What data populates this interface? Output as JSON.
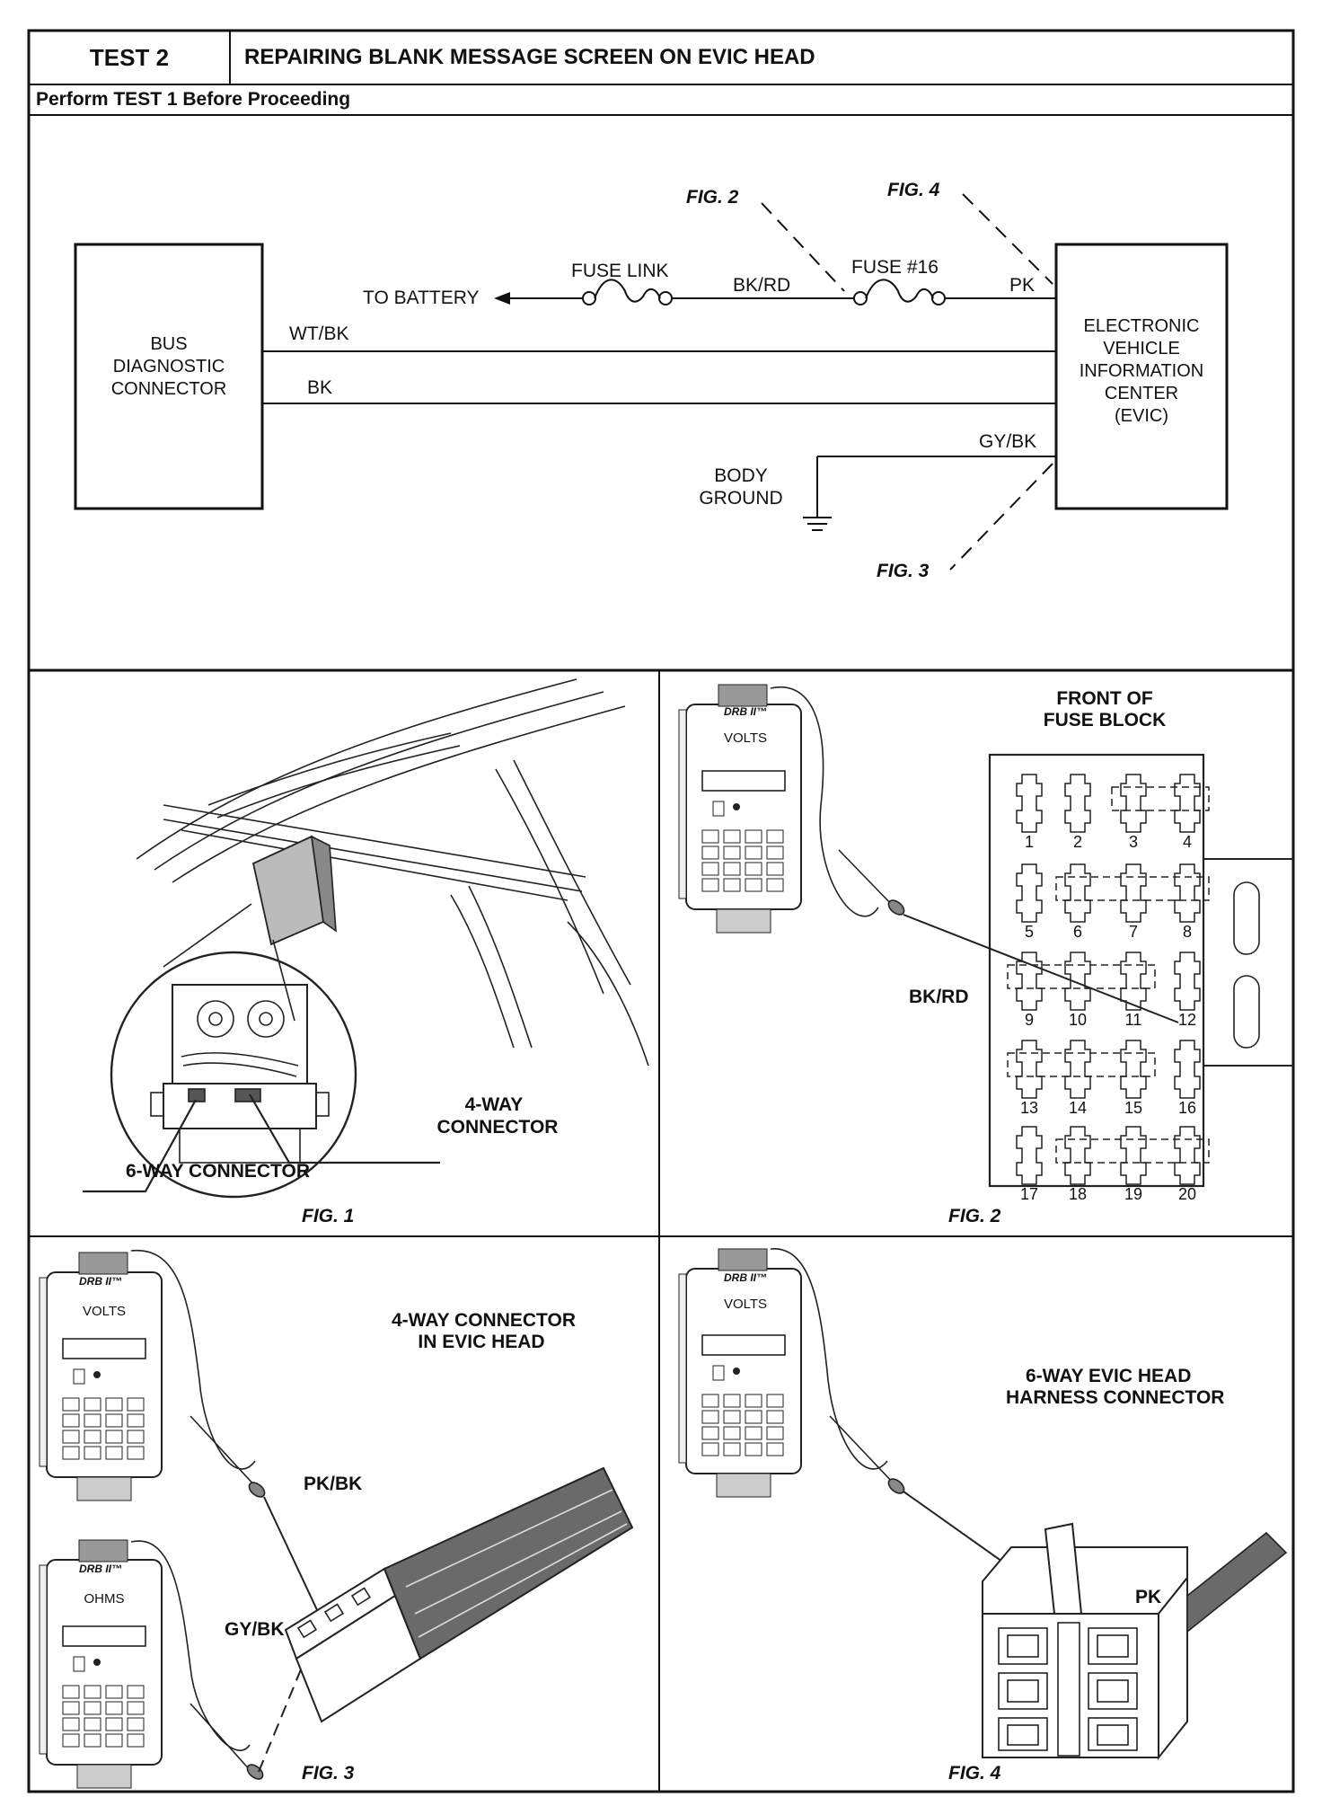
{
  "header": {
    "test_label": "TEST 2",
    "title": "REPAIRING BLANK MESSAGE SCREEN ON EVIC HEAD",
    "subtitle": "Perform TEST 1 Before Proceeding"
  },
  "schematic": {
    "bus_box": [
      "BUS",
      "DIAGNOSTIC",
      "CONNECTOR"
    ],
    "evic_box": [
      "ELECTRONIC",
      "VEHICLE",
      "INFORMATION",
      "CENTER",
      "(EVIC)"
    ],
    "to_battery": "TO BATTERY",
    "fuse_link": "FUSE LINK",
    "fuse_16": "FUSE #16",
    "wire_bk_rd": "BK/RD",
    "wire_pk": "PK",
    "wire_wt_bk": "WT/BK",
    "wire_bk": "BK",
    "wire_gy_bk": "GY/BK",
    "body_ground": [
      "BODY",
      "GROUND"
    ],
    "callout_fig2": "FIG. 2",
    "callout_fig4": "FIG. 4",
    "callout_fig3": "FIG. 3"
  },
  "fig1": {
    "caption": "FIG. 1",
    "four_way": [
      "4-WAY",
      "CONNECTOR"
    ],
    "six_way": "6-WAY CONNECTOR"
  },
  "fig2": {
    "caption": "FIG. 2",
    "title": [
      "FRONT OF",
      "FUSE BLOCK"
    ],
    "wire": "BK/RD",
    "meter_brand": "DRB II™",
    "meter_mode": "VOLTS",
    "fuse_numbers": [
      "1",
      "2",
      "3",
      "4",
      "5",
      "6",
      "7",
      "8",
      "9",
      "10",
      "11",
      "12",
      "13",
      "14",
      "15",
      "16",
      "17",
      "18",
      "19",
      "20"
    ]
  },
  "fig3": {
    "caption": "FIG. 3",
    "title": [
      "4-WAY CONNECTOR",
      "IN EVIC HEAD"
    ],
    "wire_pk_bk": "PK/BK",
    "wire_gy_bk": "GY/BK",
    "meter_brand": "DRB II™",
    "meter_mode_top": "VOLTS",
    "meter_mode_bottom": "OHMS"
  },
  "fig4": {
    "caption": "FIG. 4",
    "title": [
      "6-WAY EVIC HEAD",
      "HARNESS CONNECTOR"
    ],
    "wire": "PK",
    "meter_brand": "DRB II™",
    "meter_mode": "VOLTS"
  }
}
